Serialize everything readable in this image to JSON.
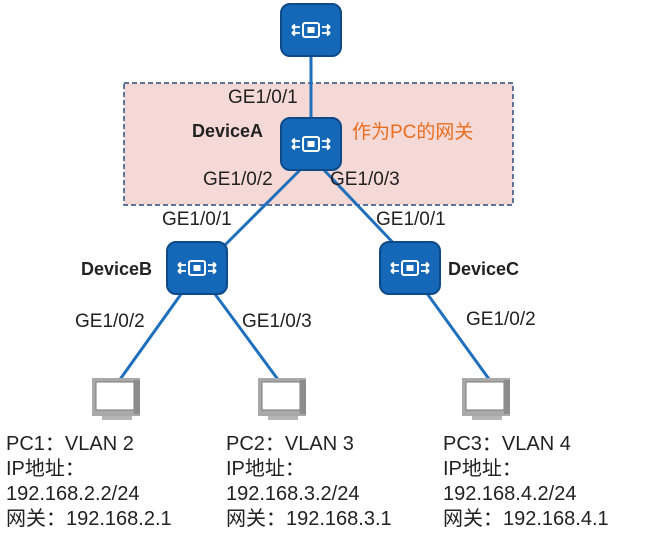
{
  "colors": {
    "link": "#1f6fbd",
    "device_fill": "#1567b8",
    "device_border": "#0d4a87",
    "highlight_fill": "#f5d9d7",
    "highlight_border": "#2b4f80",
    "note_text": "#e86d1f",
    "text": "#222222"
  },
  "devices": {
    "top": {
      "icon": "switch-icon"
    },
    "a": {
      "name": "DeviceA",
      "icon": "switch-icon",
      "note": "作为PC的网关"
    },
    "b": {
      "name": "DeviceB",
      "icon": "switch-icon"
    },
    "c": {
      "name": "DeviceC",
      "icon": "switch-icon"
    }
  },
  "ports": {
    "a_up": "GE1/0/1",
    "a_left": "GE1/0/2",
    "a_right": "GE1/0/3",
    "b_up": "GE1/0/1",
    "b_left": "GE1/0/2",
    "b_right": "GE1/0/3",
    "c_up": "GE1/0/1",
    "c_down": "GE1/0/2"
  },
  "pcs": [
    {
      "title": "PC1：VLAN 2",
      "ip_label": "IP地址：",
      "ip": "192.168.2.2/24",
      "gateway": "网关：192.168.2.1"
    },
    {
      "title": "PC2：VLAN 3",
      "ip_label": "IP地址：",
      "ip": "192.168.3.2/24",
      "gateway": "网关：192.168.3.1"
    },
    {
      "title": "PC3：VLAN 4",
      "ip_label": "IP地址：",
      "ip": "192.168.4.2/24",
      "gateway": "网关：192.168.4.1"
    }
  ]
}
